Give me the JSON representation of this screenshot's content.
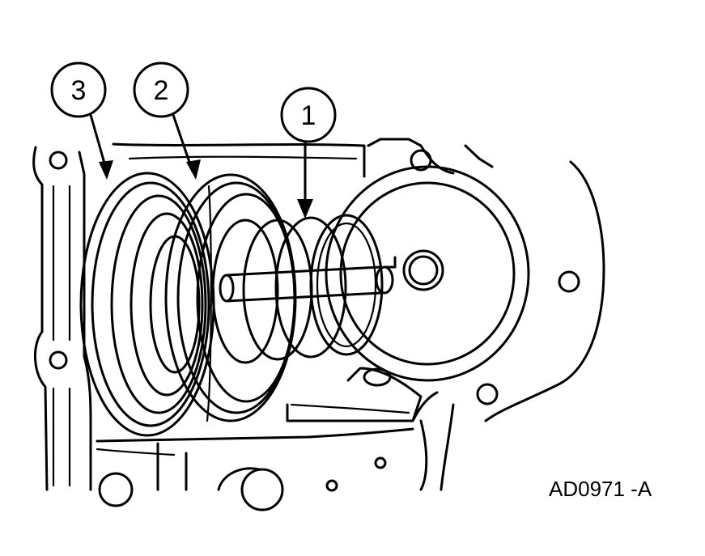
{
  "callouts": [
    {
      "id": "callout-1",
      "label": "1"
    },
    {
      "id": "callout-2",
      "label": "2"
    },
    {
      "id": "callout-3",
      "label": "3"
    }
  ],
  "figure_id": "AD0971 -A",
  "colors": {
    "ink": "#000000",
    "paper": "#ffffff"
  }
}
